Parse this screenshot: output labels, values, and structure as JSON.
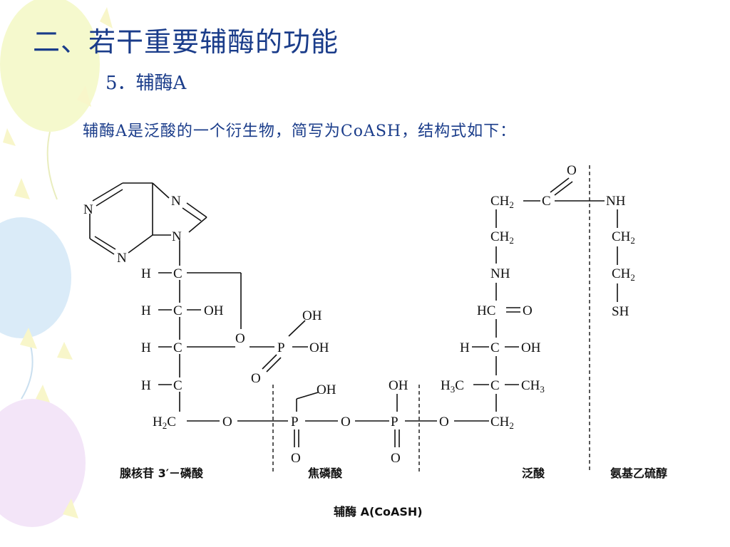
{
  "slide": {
    "title": "二、若干重要辅酶的功能",
    "subtitle": "5．辅酶A",
    "description": "辅酶A是泛酸的一个衍生物，简写为CoASH，结构式如下："
  },
  "figure": {
    "section_labels": [
      "腺核苷 3′－磷酸",
      "焦磷酸",
      "泛酸",
      "氨基乙硫醇"
    ],
    "caption": "辅酶 A(CoASH)"
  },
  "colors": {
    "title": "#1a3c8a",
    "balloon_yellow": "#f0f5a0",
    "balloon_blue": "#b9dcf5",
    "balloon_purple": "#e6c8f0"
  }
}
